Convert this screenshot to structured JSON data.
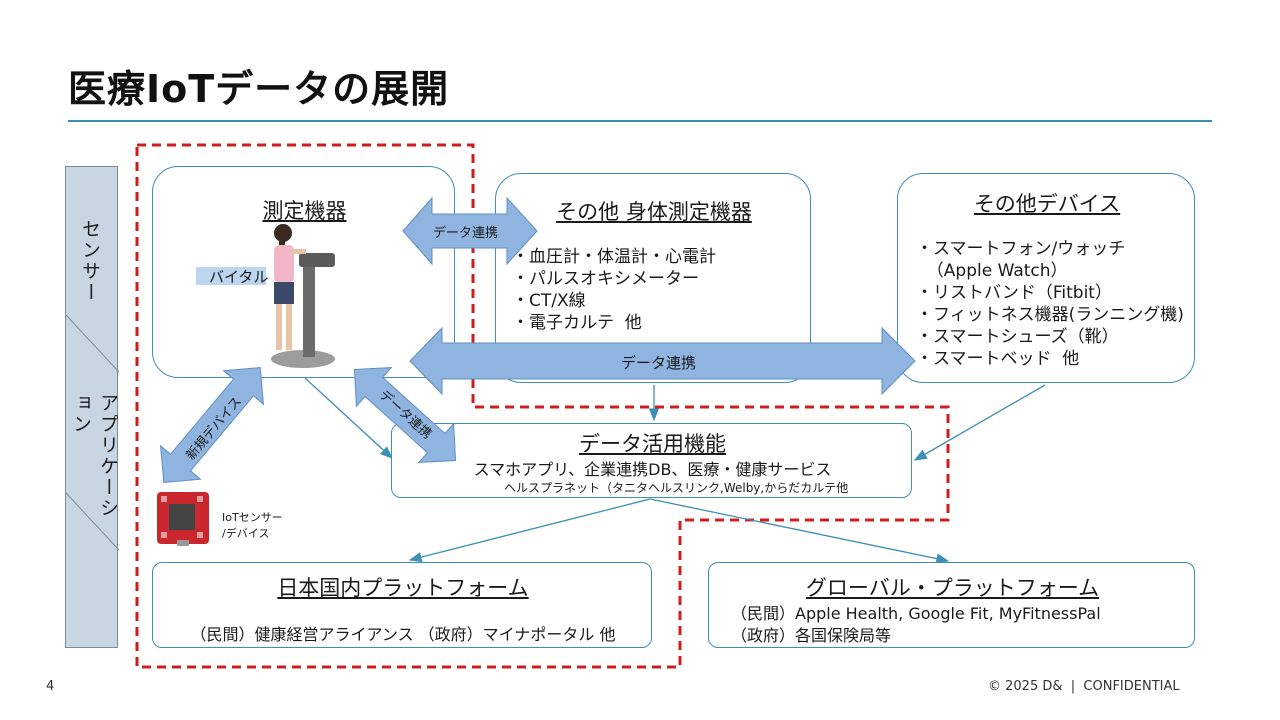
{
  "page": {
    "title": "医療IoTデータの展開",
    "number": "4",
    "footer": "© 2025 D&  |  CONFIDENTIAL"
  },
  "side_labels": {
    "top": "センサー",
    "bottom": "アプリケーション"
  },
  "measure_box": {
    "title": "測定機器",
    "vital_label": "バイタル"
  },
  "body_box": {
    "title": "その他 身体測定機器",
    "items": [
      "・血圧計・体温計・心電計",
      "・パルスオキシメーター",
      "・CT/X線",
      "・電子カルテ  他"
    ]
  },
  "device_box": {
    "title": "その他デバイス",
    "items": [
      "・スマートフォン/ウォッチ",
      "  （Apple Watch）",
      "・リストバンド（Fitbit）",
      "・フィットネス機器(ランニング機)",
      "・スマートシューズ（靴）",
      "・スマートベッド  他"
    ]
  },
  "data_box": {
    "title": "データ活用機能",
    "line1": "スマホアプリ、企業連携DB、医療・健康サービス",
    "line2": "ヘルスプラネット（タニタヘルスリンク,Welby,からだカルテ他"
  },
  "iot_sensor": {
    "line1": "IoTセンサー",
    "line2": "/デバイス"
  },
  "japan_box": {
    "title": "日本国内プラットフォーム",
    "line1": "（民間）健康経営アライアンス  （政府）マイナポータル 他"
  },
  "global_box": {
    "title": "グローバル・プラットフォーム",
    "line1": "（民間）Apple Health, Google Fit,  MyFitnessPal",
    "line2": "（政府）各国保険局等"
  },
  "arrows": {
    "top_link": "データ連携",
    "wide_link": "データ連携",
    "diag_link": "データ連携",
    "new_device": "新規デバイス"
  },
  "colors": {
    "accent": "#3a8fb7",
    "arrow_fill": "#8fb4df",
    "dashed_border": "#d01c1c",
    "side_bg": "#c8d6e3"
  }
}
